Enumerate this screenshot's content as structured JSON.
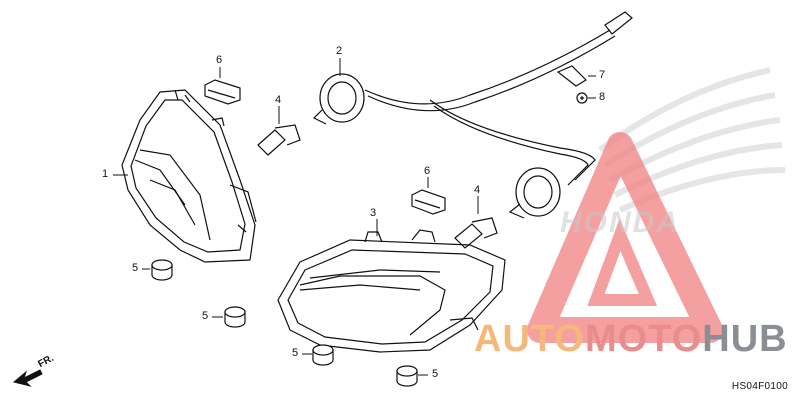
{
  "callouts": [
    {
      "id": "1",
      "label": "1"
    },
    {
      "id": "2",
      "label": "2"
    },
    {
      "id": "3",
      "label": "3"
    },
    {
      "id": "4a",
      "label": "4"
    },
    {
      "id": "4b",
      "label": "4"
    },
    {
      "id": "5a",
      "label": "5"
    },
    {
      "id": "5b",
      "label": "5"
    },
    {
      "id": "5c",
      "label": "5"
    },
    {
      "id": "5d",
      "label": "5"
    },
    {
      "id": "6a",
      "label": "6"
    },
    {
      "id": "6b",
      "label": "6"
    },
    {
      "id": "7",
      "label": "7"
    },
    {
      "id": "8",
      "label": "8"
    }
  ],
  "front_marker": "FR.",
  "diagram_code": "HS04F0100",
  "watermark": {
    "part1": "AUTO",
    "part2": "MOTO",
    "part3": "HUB",
    "brand": "HONDA",
    "colors": {
      "orange": "#f4b97a",
      "red": "#e88c8c",
      "grey": "#8a8f95"
    }
  }
}
